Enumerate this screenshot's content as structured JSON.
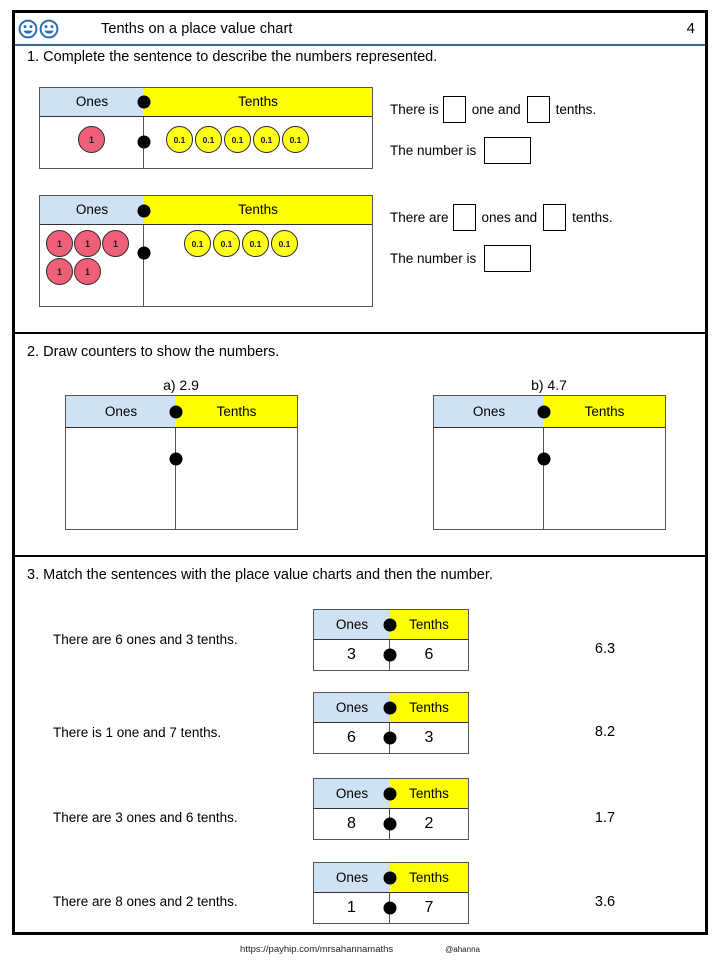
{
  "header": {
    "title": "Tenths on a place value chart",
    "page_number": "4",
    "icon_left": "smiley-face-icon",
    "icon_right": "smiley-face-icon"
  },
  "colors": {
    "ones_header": "#cfe2f3",
    "tenths_header": "#ffff00",
    "ones_counter": "#ef5f78",
    "tenths_counter": "#ffff1a",
    "frame": "#000000",
    "header_rule": "#3a6a8a"
  },
  "q1": {
    "title": "1. Complete the sentence to describe the numbers represented.",
    "charts": [
      {
        "ones_label": "Ones",
        "tenths_label": "Tenths",
        "ones_counters": [
          "1"
        ],
        "tenths_counters": [
          "0.1",
          "0.1",
          "0.1",
          "0.1",
          "0.1"
        ]
      },
      {
        "ones_label": "Ones",
        "tenths_label": "Tenths",
        "ones_counters": [
          "1",
          "1",
          "1",
          "1",
          "1"
        ],
        "tenths_counters": [
          "0.1",
          "0.1",
          "0.1",
          "0.1"
        ]
      }
    ],
    "sentences": [
      {
        "lead": "There is",
        "mid": "one  and",
        "tail": "tenths.",
        "second_line": "The number is"
      },
      {
        "lead": "There are",
        "mid": "ones  and",
        "tail": "tenths.",
        "second_line": "The number is"
      }
    ]
  },
  "q2": {
    "title": "2. Draw counters to show the numbers.",
    "items": [
      {
        "label": "a) 2.9",
        "ones_label": "Ones",
        "tenths_label": "Tenths"
      },
      {
        "label": "b) 4.7",
        "ones_label": "Ones",
        "tenths_label": "Tenths"
      }
    ]
  },
  "q3": {
    "title": "3. Match the sentences with the place value charts and then the number.",
    "rows": [
      {
        "sentence": "There are 6 ones and 3 tenths.",
        "ones_label": "Ones",
        "tenths_label": "Tenths",
        "ones_digit": "3",
        "tenths_digit": "6",
        "number": "6.3"
      },
      {
        "sentence": "There is 1 one and 7 tenths.",
        "ones_label": "Ones",
        "tenths_label": "Tenths",
        "ones_digit": "6",
        "tenths_digit": "3",
        "number": "8.2"
      },
      {
        "sentence": "There are 3 ones and 6 tenths.",
        "ones_label": "Ones",
        "tenths_label": "Tenths",
        "ones_digit": "8",
        "tenths_digit": "2",
        "number": "1.7"
      },
      {
        "sentence": "There are 8 ones and 2 tenths.",
        "ones_label": "Ones",
        "tenths_label": "Tenths",
        "ones_digit": "1",
        "tenths_digit": "7",
        "number": "3.6"
      }
    ]
  },
  "footer": {
    "url": "https://payhip.com/mrsahannamaths",
    "handle": "@ahanna"
  }
}
